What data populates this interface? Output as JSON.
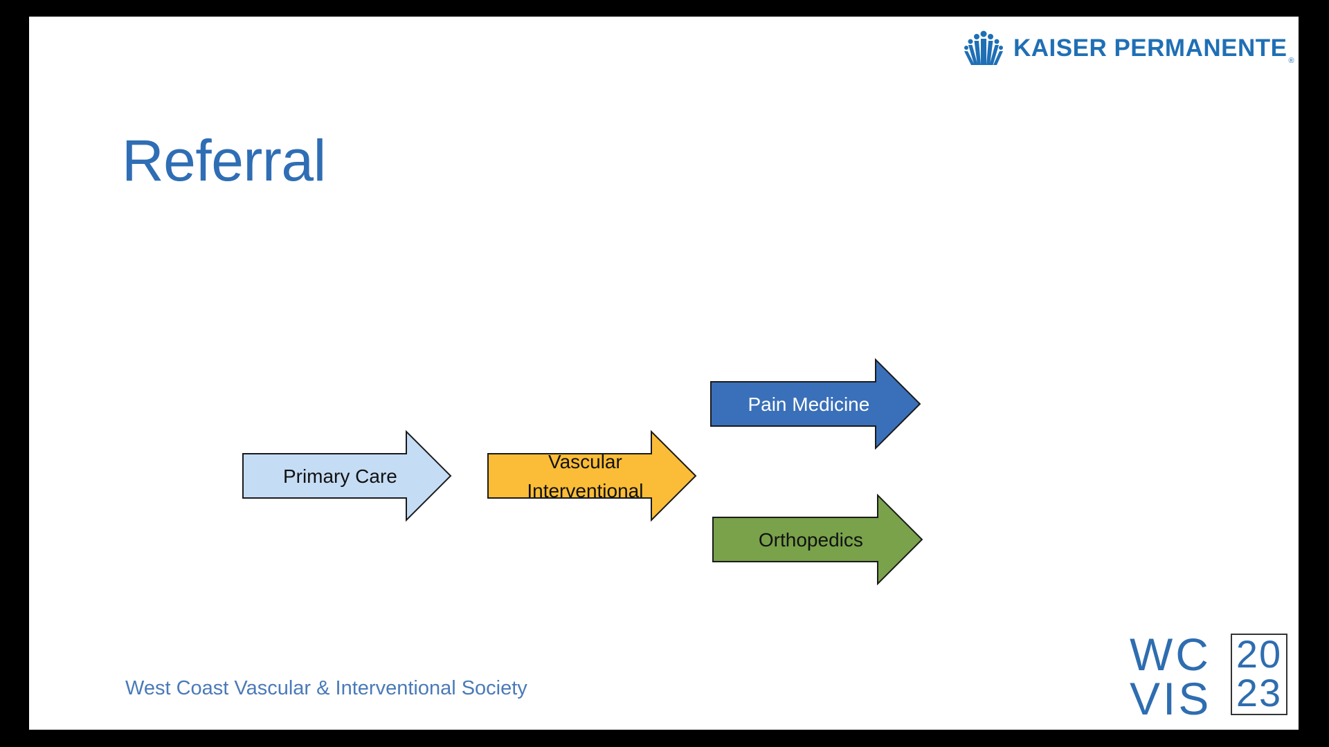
{
  "header": {
    "brand": "KAISER PERMANENTE",
    "registered_mark": "®"
  },
  "slide": {
    "title": "Referral",
    "footer": "West Coast Vascular & Interventional Society"
  },
  "conference_logo": {
    "line1": "WC",
    "line2": "VIS",
    "year_top": "20",
    "year_bottom": "23"
  },
  "diagram": {
    "nodes": [
      {
        "id": "primary-care",
        "lines": [
          "Primary Care"
        ],
        "fill": "#c5dcf5",
        "text_color": "#111111"
      },
      {
        "id": "vascular-interventional",
        "lines": [
          "Vascular",
          "Interventional"
        ],
        "fill": "#fbbd37",
        "text_color": "#111111"
      },
      {
        "id": "pain-medicine",
        "lines": [
          "Pain Medicine"
        ],
        "fill": "#3a70b9",
        "text_color": "#ffffff"
      },
      {
        "id": "orthopedics",
        "lines": [
          "Orthopedics"
        ],
        "fill": "#79a24a",
        "text_color": "#111111"
      }
    ]
  },
  "colors": {
    "brand_blue": "#1f6fb5",
    "title_blue": "#2f6eb4",
    "footer_blue": "#4a7ab8"
  },
  "icons": {
    "brand_logo": "kaiser-people-icon"
  }
}
